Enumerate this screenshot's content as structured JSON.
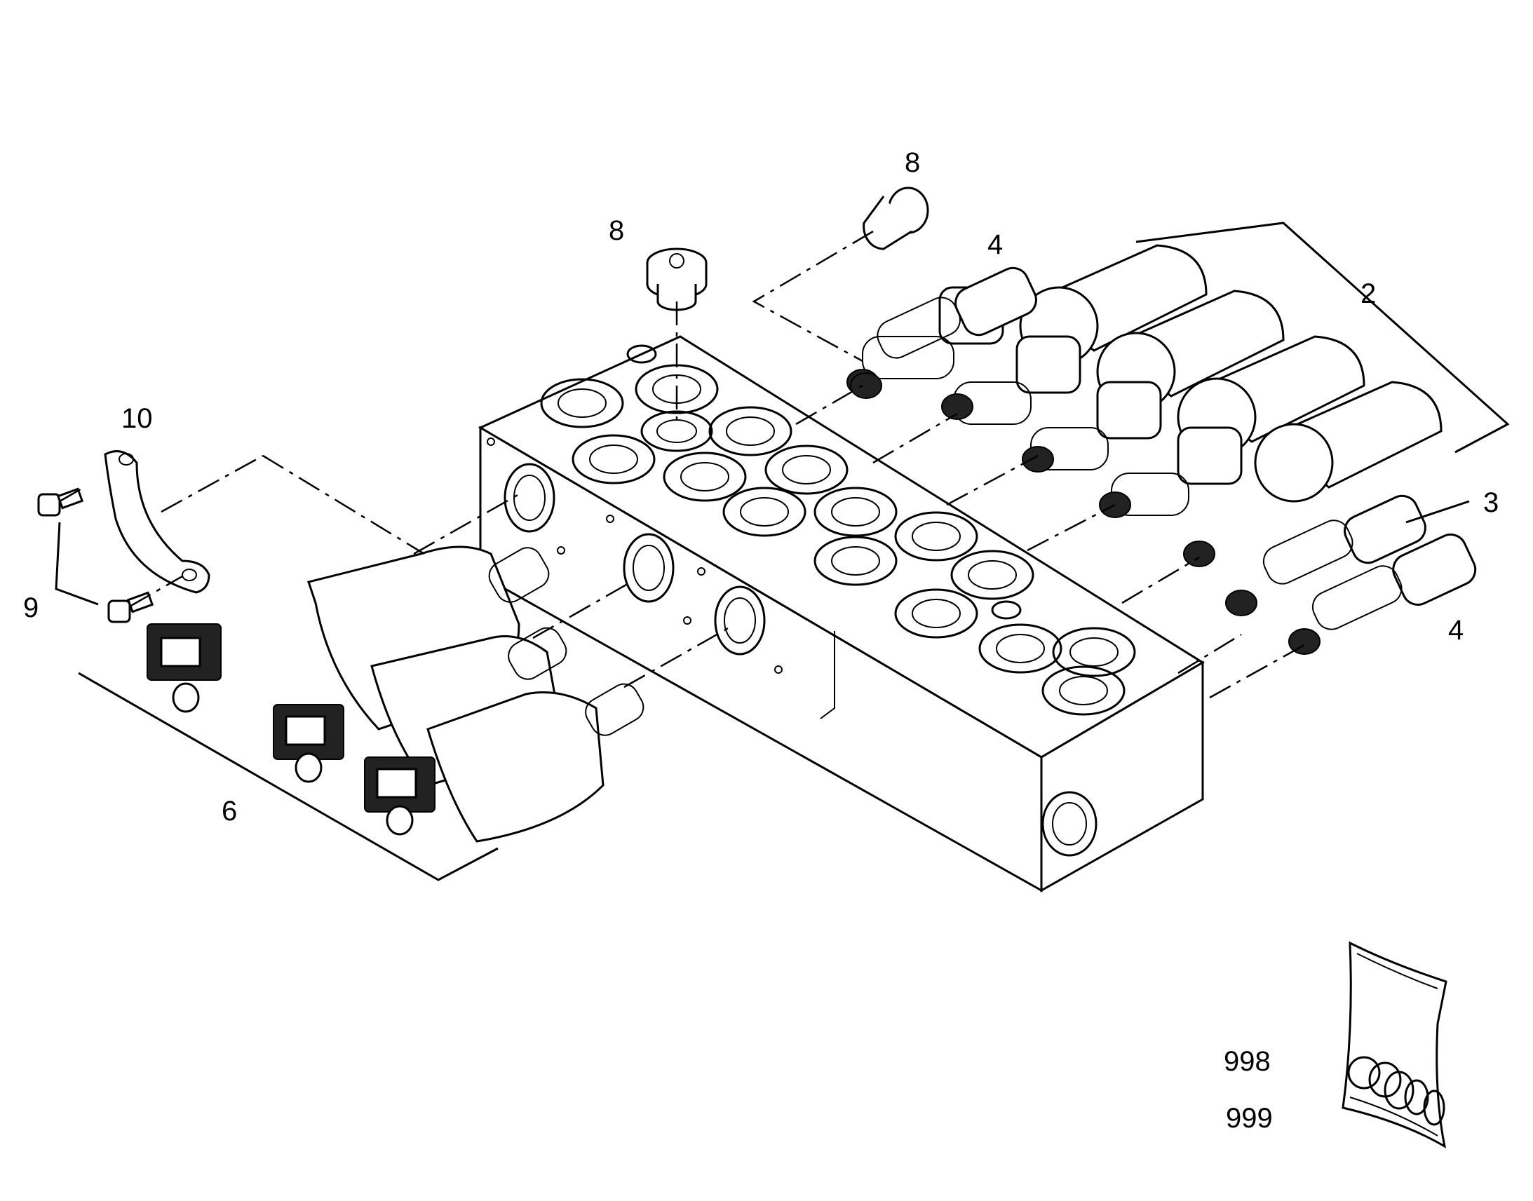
{
  "diagram": {
    "callouts": {
      "item_10": "10",
      "item_9": "9",
      "item_6": "6",
      "item_8_left": "8",
      "item_8_right": "8",
      "item_4_top": "4",
      "item_2": "2",
      "item_3": "3",
      "item_4_bottom": "4",
      "item_998": "998",
      "item_999": "999"
    },
    "parts": [
      {
        "ref": "2",
        "description": "solenoid valve group (4 valves)"
      },
      {
        "ref": "3",
        "description": "valve cartridge"
      },
      {
        "ref": "4",
        "description": "valve cartridge"
      },
      {
        "ref": "6",
        "description": "solenoid valve group (3 valves)"
      },
      {
        "ref": "8",
        "description": "plug"
      },
      {
        "ref": "9",
        "description": "screw"
      },
      {
        "ref": "10",
        "description": "clamp bracket"
      },
      {
        "ref": "998",
        "description": "seal kit"
      },
      {
        "ref": "999",
        "description": "seal kit"
      }
    ]
  }
}
